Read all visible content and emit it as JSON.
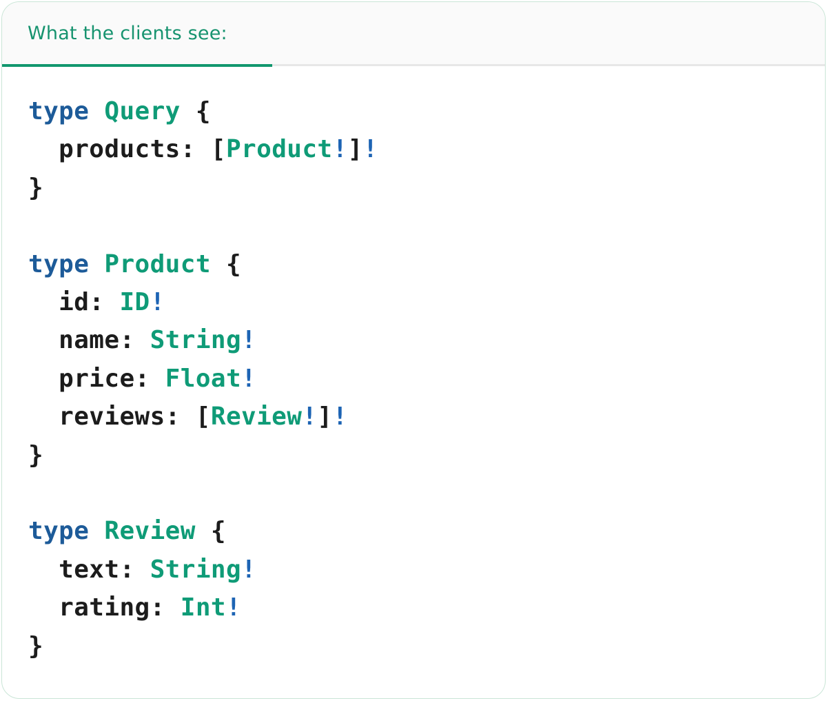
{
  "panel": {
    "tab_label": "What the clients see:",
    "colors": {
      "accent_teal_underline": "#11976E",
      "tab_text": "#17936F",
      "keyword_blue": "#1D5B99",
      "type_green": "#0F9B77",
      "bang_blue": "#1D64B4",
      "code_plain": "#1C1C1C",
      "header_bg": "#FAFAFA",
      "header_border": "#E7E7E7",
      "card_border": "#C9E5D6"
    }
  },
  "code": {
    "language": "graphql",
    "lines": [
      [
        {
          "t": "type",
          "s": "kw"
        },
        {
          "t": " ",
          "s": "plain"
        },
        {
          "t": "Query",
          "s": "ty"
        },
        {
          "t": " {",
          "s": "plain"
        }
      ],
      [
        {
          "t": "  products: [",
          "s": "plain"
        },
        {
          "t": "Product",
          "s": "ty"
        },
        {
          "t": "!",
          "s": "bang"
        },
        {
          "t": "]",
          "s": "plain"
        },
        {
          "t": "!",
          "s": "bang"
        }
      ],
      [
        {
          "t": "}",
          "s": "plain"
        }
      ],
      [],
      [
        {
          "t": "type",
          "s": "kw"
        },
        {
          "t": " ",
          "s": "plain"
        },
        {
          "t": "Product",
          "s": "ty"
        },
        {
          "t": " {",
          "s": "plain"
        }
      ],
      [
        {
          "t": "  id: ",
          "s": "plain"
        },
        {
          "t": "ID",
          "s": "ty"
        },
        {
          "t": "!",
          "s": "bang"
        }
      ],
      [
        {
          "t": "  name: ",
          "s": "plain"
        },
        {
          "t": "String",
          "s": "ty"
        },
        {
          "t": "!",
          "s": "bang"
        }
      ],
      [
        {
          "t": "  price: ",
          "s": "plain"
        },
        {
          "t": "Float",
          "s": "ty"
        },
        {
          "t": "!",
          "s": "bang"
        }
      ],
      [
        {
          "t": "  reviews: [",
          "s": "plain"
        },
        {
          "t": "Review",
          "s": "ty"
        },
        {
          "t": "!",
          "s": "bang"
        },
        {
          "t": "]",
          "s": "plain"
        },
        {
          "t": "!",
          "s": "bang"
        }
      ],
      [
        {
          "t": "}",
          "s": "plain"
        }
      ],
      [],
      [
        {
          "t": "type",
          "s": "kw"
        },
        {
          "t": " ",
          "s": "plain"
        },
        {
          "t": "Review",
          "s": "ty"
        },
        {
          "t": " {",
          "s": "plain"
        }
      ],
      [
        {
          "t": "  text: ",
          "s": "plain"
        },
        {
          "t": "String",
          "s": "ty"
        },
        {
          "t": "!",
          "s": "bang"
        }
      ],
      [
        {
          "t": "  rating: ",
          "s": "plain"
        },
        {
          "t": "Int",
          "s": "ty"
        },
        {
          "t": "!",
          "s": "bang"
        }
      ],
      [
        {
          "t": "}",
          "s": "plain"
        }
      ]
    ]
  }
}
